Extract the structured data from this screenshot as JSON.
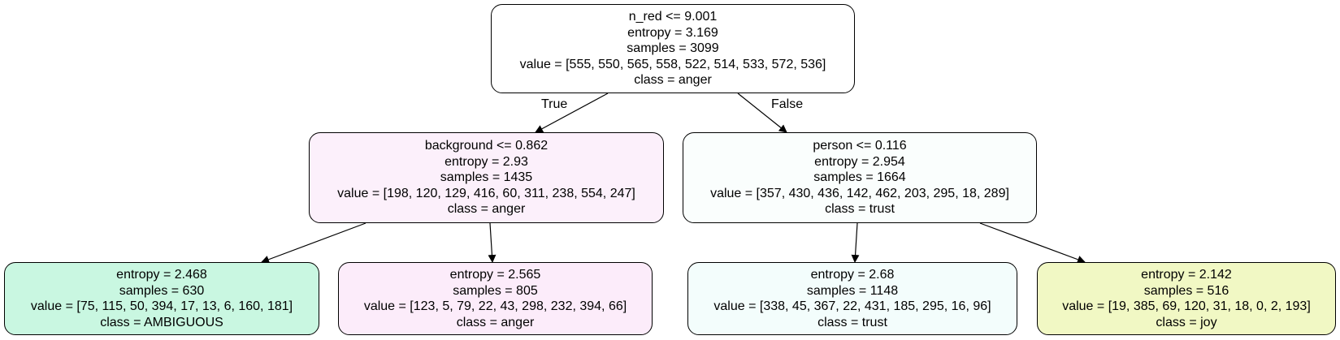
{
  "tree": {
    "edge_labels": {
      "true": "True",
      "false": "False"
    },
    "nodes": {
      "root": {
        "split": "n_red <= 9.001",
        "entropy": "entropy = 3.169",
        "samples": "samples = 3099",
        "value": "value = [555, 550, 565, 558, 522, 514, 533, 572, 536]",
        "class": "class = anger",
        "color": "#ffffff"
      },
      "left": {
        "split": "background <= 0.862",
        "entropy": "entropy = 2.93",
        "samples": "samples = 1435",
        "value": "value = [198, 120, 129, 416, 60, 311, 238, 554, 247]",
        "class": "class = anger",
        "color": "#fcf0fb"
      },
      "right": {
        "split": "person <= 0.116",
        "entropy": "entropy = 2.954",
        "samples": "samples = 1664",
        "value": "value = [357, 430, 436, 142, 462, 203, 295, 18, 289]",
        "class": "class = trust",
        "color": "#fafefd"
      },
      "ll": {
        "entropy": "entropy = 2.468",
        "samples": "samples = 630",
        "value": "value = [75, 115, 50, 394, 17, 13, 6, 160, 181]",
        "class": "class = AMBIGUOUS",
        "color": "#c9f7e1"
      },
      "lr": {
        "entropy": "entropy = 2.565",
        "samples": "samples = 805",
        "value": "value = [123, 5, 79, 22, 43, 298, 232, 394, 66]",
        "class": "class = anger",
        "color": "#fcecfa"
      },
      "rl": {
        "entropy": "entropy = 2.68",
        "samples": "samples = 1148",
        "value": "value = [338, 45, 367, 22, 431, 185, 295, 16, 96]",
        "class": "class = trust",
        "color": "#f3fdfc"
      },
      "rr": {
        "entropy": "entropy = 2.142",
        "samples": "samples = 516",
        "value": "value = [19, 385, 69, 120, 31, 18, 0, 2, 193]",
        "class": "class = joy",
        "color": "#f1f8c4"
      }
    }
  }
}
